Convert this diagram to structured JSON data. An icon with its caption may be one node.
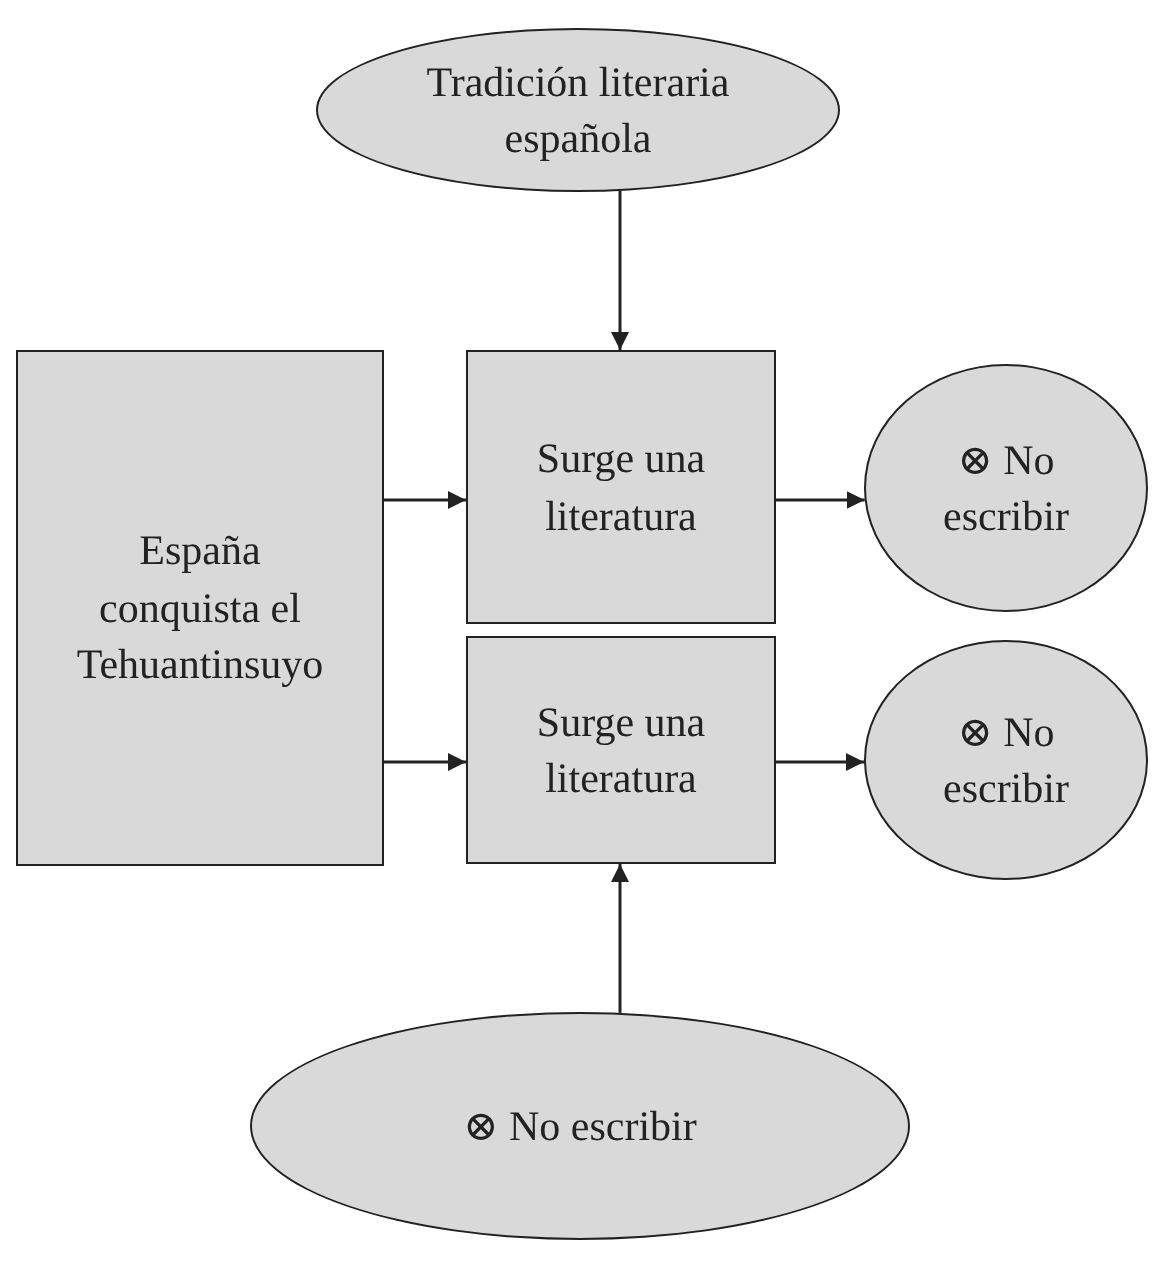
{
  "diagram": {
    "nodes": [
      {
        "text": [
          "Tradición literaria española"
        ]
      },
      {
        "text": [
          "España conquista el Tehuantinsuyo"
        ]
      },
      {
        "text": [
          "Surge una literatura"
        ]
      },
      {
        "text": [
          "⊗ No escribir"
        ]
      },
      {
        "text": [
          "Surge una literatura"
        ]
      },
      {
        "text": [
          "⊗ No escribir"
        ]
      },
      {
        "text": [
          "⊗ No escribir"
        ]
      }
    ],
    "edges": [
      {
        "from": 0,
        "to": 2,
        "arrow": "to"
      },
      {
        "from": 1,
        "to": 2,
        "arrow": "to"
      },
      {
        "from": 2,
        "to": 3,
        "arrow": "to"
      },
      {
        "from": 1,
        "to": 4,
        "arrow": "to"
      },
      {
        "from": 4,
        "to": 5,
        "arrow": "to"
      },
      {
        "from": 6,
        "to": 4,
        "arrow": "to"
      }
    ]
  }
}
